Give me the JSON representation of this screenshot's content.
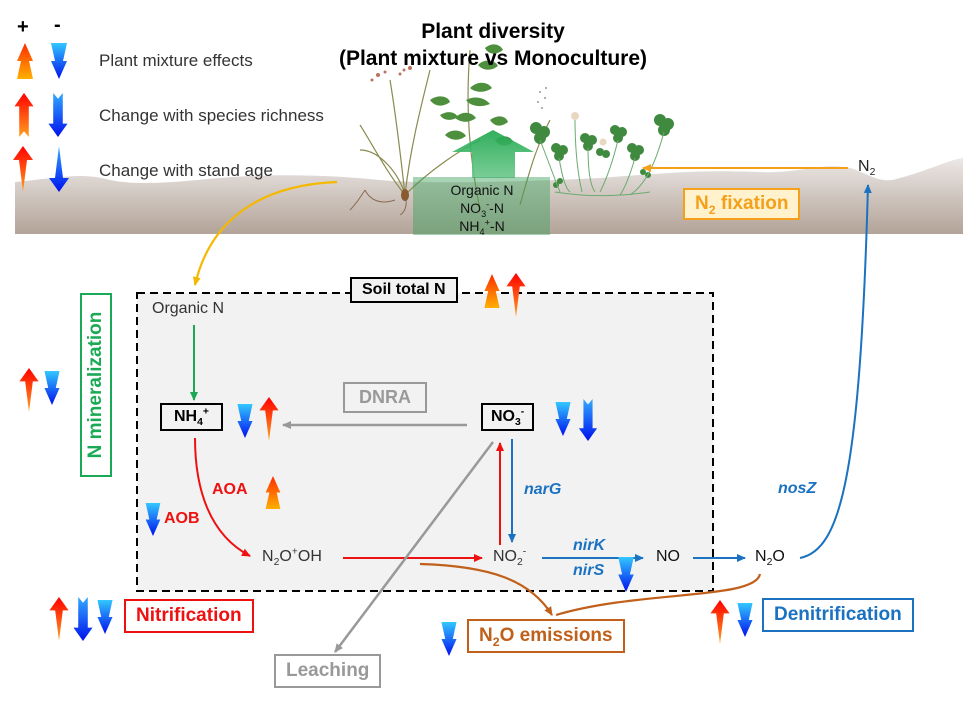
{
  "title": {
    "line1": "Plant diversity",
    "line2": "(Plant mixture vs Monoculture)"
  },
  "legend": {
    "plus_label": "+",
    "minus_label": "-",
    "items": [
      {
        "label": "Plant mixture effects",
        "up_icon": "orange-triangle-arrow-up",
        "down_icon": "blue-triangle-arrow-down"
      },
      {
        "label": "Change with species richness",
        "up_icon": "red-notched-arrow-up",
        "down_icon": "blue-notched-arrow-down"
      },
      {
        "label": "Change with stand age",
        "up_icon": "red-tapered-arrow-up",
        "down_icon": "blue-tapered-arrow-down"
      }
    ]
  },
  "plant_zone": {
    "pool_line1": "Organic N",
    "pool_line2_main": "NO",
    "pool_line2_sub": "3",
    "pool_line2_sup": "-",
    "pool_line2_tail": "-N",
    "pool_line3_main": "NH",
    "pool_line3_sub": "4",
    "pool_line3_sup": "+",
    "pool_line3_tail": "-N"
  },
  "fixation": {
    "n2_main": "N",
    "n2_sub": "2",
    "label_main": "N",
    "label_sub": "2",
    "label_tail": " fixation"
  },
  "soil_box": {
    "title": "Soil total N",
    "organic_n": "Organic N",
    "nh4_main": "NH",
    "nh4_sub": "4",
    "nh4_sup": "+",
    "no3_main": "NO",
    "no3_sub": "3",
    "no3_sup": "-",
    "dnra": "DNRA",
    "n2ooh_a": "N",
    "n2ooh_sub": "2",
    "n2ooh_b": "O",
    "n2ooh_sup": "+",
    "n2ooh_c": "OH",
    "no2_main": "NO",
    "no2_sub": "2",
    "no2_sup": "-",
    "no": "NO",
    "aoa": "AOA",
    "aob": "AOB"
  },
  "outside": {
    "n2o_main": "N",
    "n2o_sub": "2",
    "n2o_tail": "O"
  },
  "genes": {
    "narG": "narG",
    "nirK": "nirK",
    "nirS": "nirS",
    "nosZ": "nosZ"
  },
  "processes": {
    "mineralization": "N mineralization",
    "nitrification": "Nitrification",
    "emissions_main": "N",
    "emissions_sub": "2",
    "emissions_tail": "O emissions",
    "denitrification": "Denitrification",
    "leaching": "Leaching"
  },
  "colors": {
    "nitrification": "#ee1111",
    "denitrification": "#1a72c0",
    "mineralization": "#1aaa55",
    "emissions": "#c0601a",
    "fixation": "#f5a01a",
    "leaching": "#999999",
    "dnra": "#999999",
    "soil": "#b8aaa0"
  }
}
